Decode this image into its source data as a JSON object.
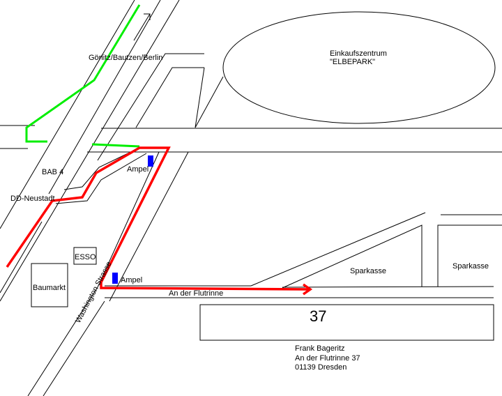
{
  "labels": {
    "direction": "Görlitz/Bautzen/Berlin",
    "mall_line1": "Einkaufszentrum",
    "mall_line2": "\"ELBEPARK\"",
    "highway": "BAB 4",
    "exit": "DD-Neustadt",
    "traffic_light_1": "Ampel",
    "traffic_light_2": "Ampel",
    "gas_station": "ESSO",
    "hardware_store": "Baumarkt",
    "street_washington": "Washington Strasse",
    "street_flutrinne": "An der Flutrinne",
    "bank_1": "Sparkasse",
    "bank_2": "Sparkasse",
    "house_number": "37"
  },
  "address": {
    "name": "Frank Bageritz",
    "street": "An der Flutrinne 37",
    "city": "01139 Dresden"
  },
  "colors": {
    "route": "#ff0000",
    "alt_route": "#00ee00",
    "traffic_light": "#0000ff"
  }
}
